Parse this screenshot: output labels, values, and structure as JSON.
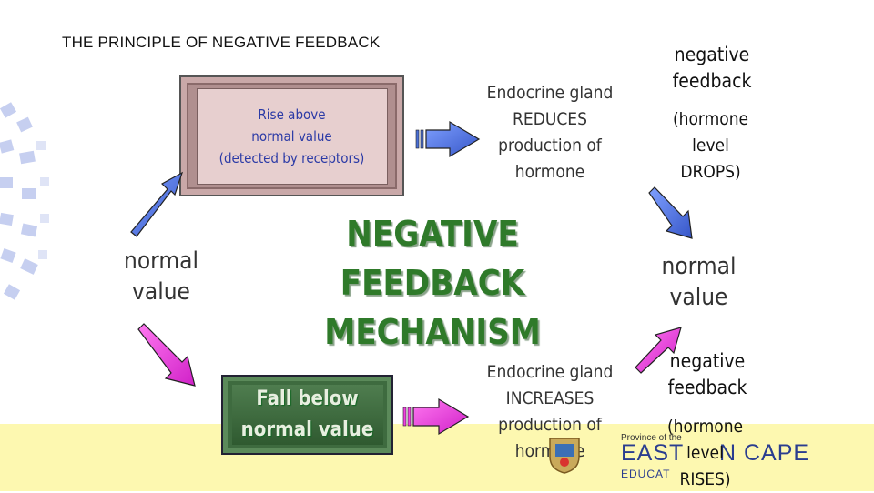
{
  "title": "THE PRINCIPLE OF NEGATIVE FEEDBACK",
  "rise_box": "Rise above\nnormal value\n(detected  by receptors)",
  "fall_box": "Fall below\nnormal value",
  "center_label": "NEGATIVE\nFEEDBACK\nMECHANISM",
  "normal_value_left": "normal\nvalue",
  "normal_value_right": "normal\nvalue",
  "endocrine_top": "Endocrine gland\nREDUCES\nproduction of\nhormone",
  "endocrine_bottom": "Endocrine gland\nINCREASES\nproduction of\nhormone",
  "negative_top": "negative\nfeedback",
  "hormone_drops": "(hormone\nlevel\nDROPS)",
  "negative_bottom": "negative\nfeedback",
  "hormone_rises": "(hormone\nlevel\nRISES)",
  "logo": {
    "province": "Province of the",
    "name_left": "EAST",
    "name_right": "N CAPE",
    "dept": "EDUCAT"
  },
  "colors": {
    "blue_arrow": "#4a6fd6",
    "magenta_arrow": "#f040e0",
    "green_text": "#2f7a2a",
    "footer_band": "#fdf8b0"
  }
}
